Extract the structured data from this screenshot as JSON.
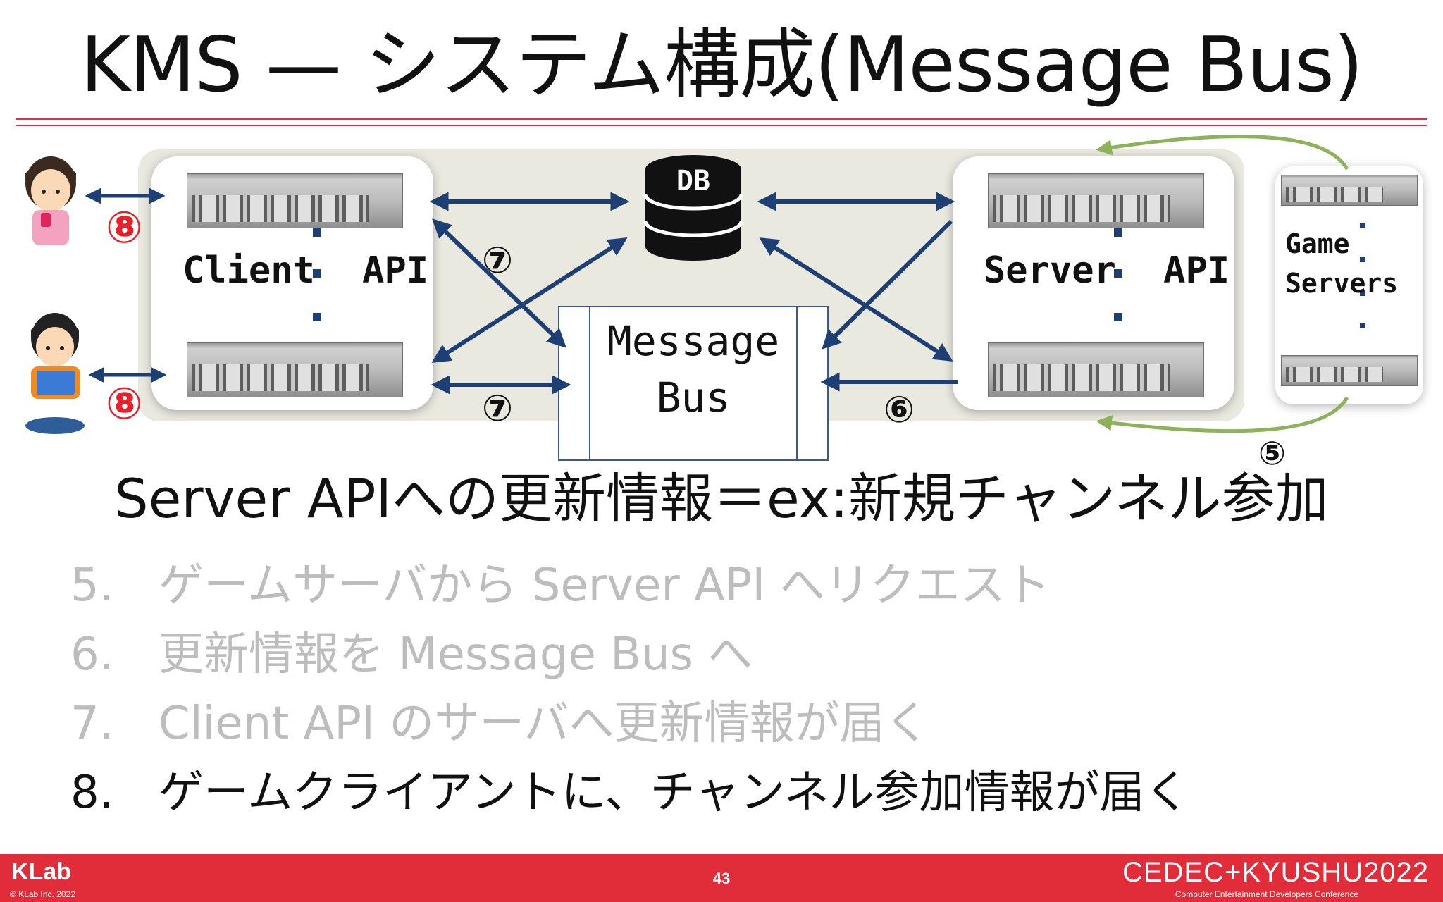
{
  "slide": {
    "title": "KMS — システム構成(Message Bus)",
    "subtitle": "Server APIへの更新情報＝ex:新規チャンネル参加"
  },
  "diagram": {
    "client_label": "Client API",
    "server_label": "Server API",
    "game_label": "Game Servers",
    "db_label": "DB",
    "message_bus_label": "Message Bus",
    "markers": {
      "step5": "⑤",
      "step6": "⑥",
      "step7_top": "⑦",
      "step7_bottom": "⑦",
      "step8_top": "⑧",
      "step8_bottom": "⑧"
    }
  },
  "steps": [
    {
      "num": "5.",
      "text": "ゲームサーバから Server API へリクエスト",
      "active": false
    },
    {
      "num": "6.",
      "text": "更新情報を Message Bus へ",
      "active": false
    },
    {
      "num": "7.",
      "text": "Client API のサーバへ更新情報が届く",
      "active": false
    },
    {
      "num": "8.",
      "text": "ゲームクライアントに、チャンネル参加情報が届く",
      "active": true
    }
  ],
  "footer": {
    "brand": "KLab",
    "copyright": "© KLab Inc. 2022",
    "page_number": "43",
    "conference": "CEDEC+KYUSHU2022",
    "conference_sub": "Computer Entertainment Developers Conference"
  },
  "colors": {
    "accent_red": "#e12d39",
    "arrow_blue": "#1e3f74",
    "arrow_green": "#8db35a",
    "inactive_text": "#bdbdbd"
  }
}
